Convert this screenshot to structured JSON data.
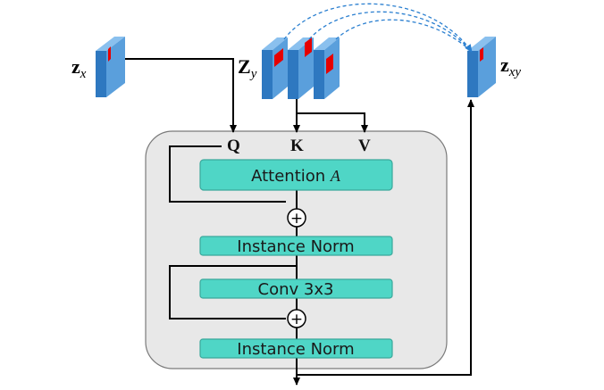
{
  "inputs": {
    "zx": {
      "base": "z",
      "sub": "x"
    },
    "zy": {
      "base": "Z",
      "sub": "y"
    },
    "zxy": {
      "base": "z",
      "sub": "xy"
    }
  },
  "qkv": {
    "q": "Q",
    "k": "K",
    "v": "V"
  },
  "blocks": {
    "attention": {
      "text": "Attention ",
      "var": "A"
    },
    "norm1": "Instance Norm",
    "conv": "Conv 3x3",
    "norm2": "Instance Norm"
  },
  "plus_symbol": "+",
  "colors": {
    "block_fill": "#4fd6c6",
    "block_stroke": "#3aa89b",
    "panel_fill": "#e8e8e8",
    "panel_stroke": "#7a7a7a",
    "cube_front": "#2e78c0",
    "cube_side": "#5a9fdc",
    "cube_top": "#8ac0ee",
    "mark_red": "#e60000",
    "arc_blue": "#2a7fd0"
  }
}
